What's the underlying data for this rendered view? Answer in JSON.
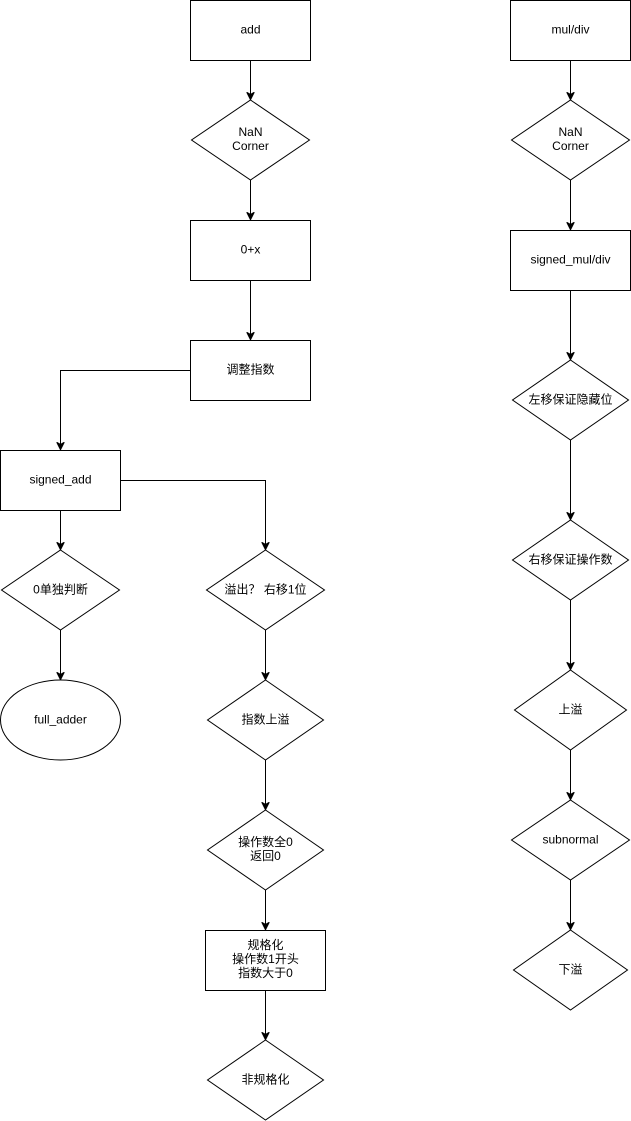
{
  "colors": {
    "stroke": "#000000",
    "fill": "#ffffff",
    "text": "#000000",
    "background": "#ffffff"
  },
  "add_flow": {
    "add": "add",
    "nan_corner": [
      "NaN",
      "Corner"
    ],
    "zero_plus_x": "0+x",
    "adjust_exponent": "调整指数",
    "signed_add": "signed_add",
    "zero_check": "0单独判断",
    "full_adder": "full_adder",
    "overflow_shift": "溢出？ 右移1位",
    "exponent_overflow": "指数上溢",
    "operand_zero": [
      "操作数全0",
      "返回0"
    ],
    "normalize": [
      "规格化",
      "操作数1开头",
      "指数大于0"
    ],
    "denormalize": "非规格化"
  },
  "mul_div_flow": {
    "mul_div": "mul/div",
    "nan_corner": [
      "NaN",
      "Corner"
    ],
    "signed_mul_div": "signed_mul/div",
    "left_shift": "左移保证隐藏位",
    "right_shift": "右移保证操作数",
    "overflow": "上溢",
    "subnormal": "subnormal",
    "underflow": "下溢"
  }
}
